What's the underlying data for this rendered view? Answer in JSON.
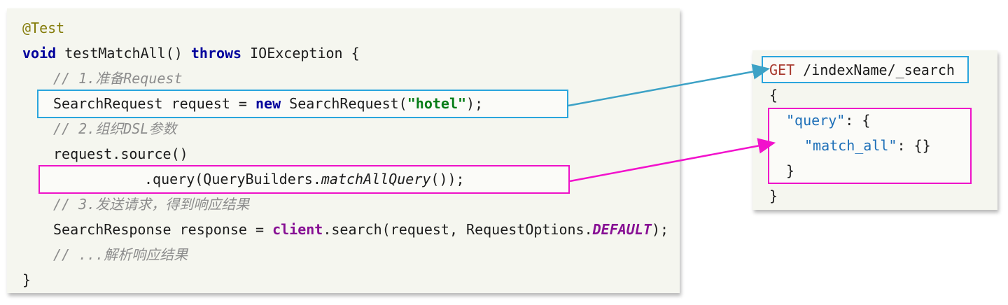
{
  "colors": {
    "panel_bg": "#f5f6ef",
    "accent_cyan": "#2aa5dd",
    "accent_magenta": "#ee12c8",
    "arrow_cyan": "#3da2c6",
    "arrow_magenta": "#f211cc",
    "annotation": "#847c0a",
    "keyword": "#00009c",
    "comment": "#8c8c8c",
    "string": "#067d17",
    "field_purple": "#871094",
    "http_method_red": "#a8392e",
    "json_key_blue": "#1d6fb8"
  },
  "java": {
    "lines": [
      {
        "tokens": [
          {
            "t": "@Test"
          }
        ]
      },
      {
        "tokens": [
          {
            "t": "void"
          },
          {
            "t": " testMatchAll() "
          },
          {
            "t": "throws"
          },
          {
            "t": " IOException {"
          }
        ]
      },
      {
        "tokens": [
          {
            "t": "// 1.准备Request"
          }
        ]
      },
      {
        "tokens": [
          {
            "t": "SearchRequest request = "
          },
          {
            "t": "new"
          },
          {
            "t": " SearchRequest("
          },
          {
            "t": "\"hotel\""
          },
          {
            "t": ");"
          }
        ]
      },
      {
        "tokens": [
          {
            "t": "// 2.组织DSL参数"
          }
        ]
      },
      {
        "tokens": [
          {
            "t": "request.source()"
          }
        ]
      },
      {
        "tokens": [
          {
            "t": ".query(QueryBuilders."
          },
          {
            "t": "matchAllQuery"
          },
          {
            "t": "());"
          }
        ]
      },
      {
        "tokens": [
          {
            "t": "// 3.发送请求，得到响应结果"
          }
        ]
      },
      {
        "tokens": [
          {
            "t": "SearchResponse response = "
          },
          {
            "t": "client"
          },
          {
            "t": ".search(request, RequestOptions."
          },
          {
            "t": "DEFAULT"
          },
          {
            "t": ");"
          }
        ]
      },
      {
        "tokens": [
          {
            "t": "// ...解析响应结果"
          }
        ]
      },
      {
        "tokens": [
          {
            "t": "}"
          }
        ]
      }
    ]
  },
  "dsl": {
    "lines": [
      {
        "tokens": [
          {
            "t": "GET"
          },
          {
            "t": " /indexName/_search"
          }
        ]
      },
      {
        "tokens": [
          {
            "t": "{"
          }
        ]
      },
      {
        "tokens": [
          {
            "t": "\"query\""
          },
          {
            "t": ": {"
          }
        ]
      },
      {
        "tokens": [
          {
            "t": "\"match_all\""
          },
          {
            "t": ": {}"
          }
        ]
      },
      {
        "tokens": [
          {
            "t": "}"
          }
        ]
      },
      {
        "tokens": [
          {
            "t": "}"
          }
        ]
      }
    ]
  }
}
